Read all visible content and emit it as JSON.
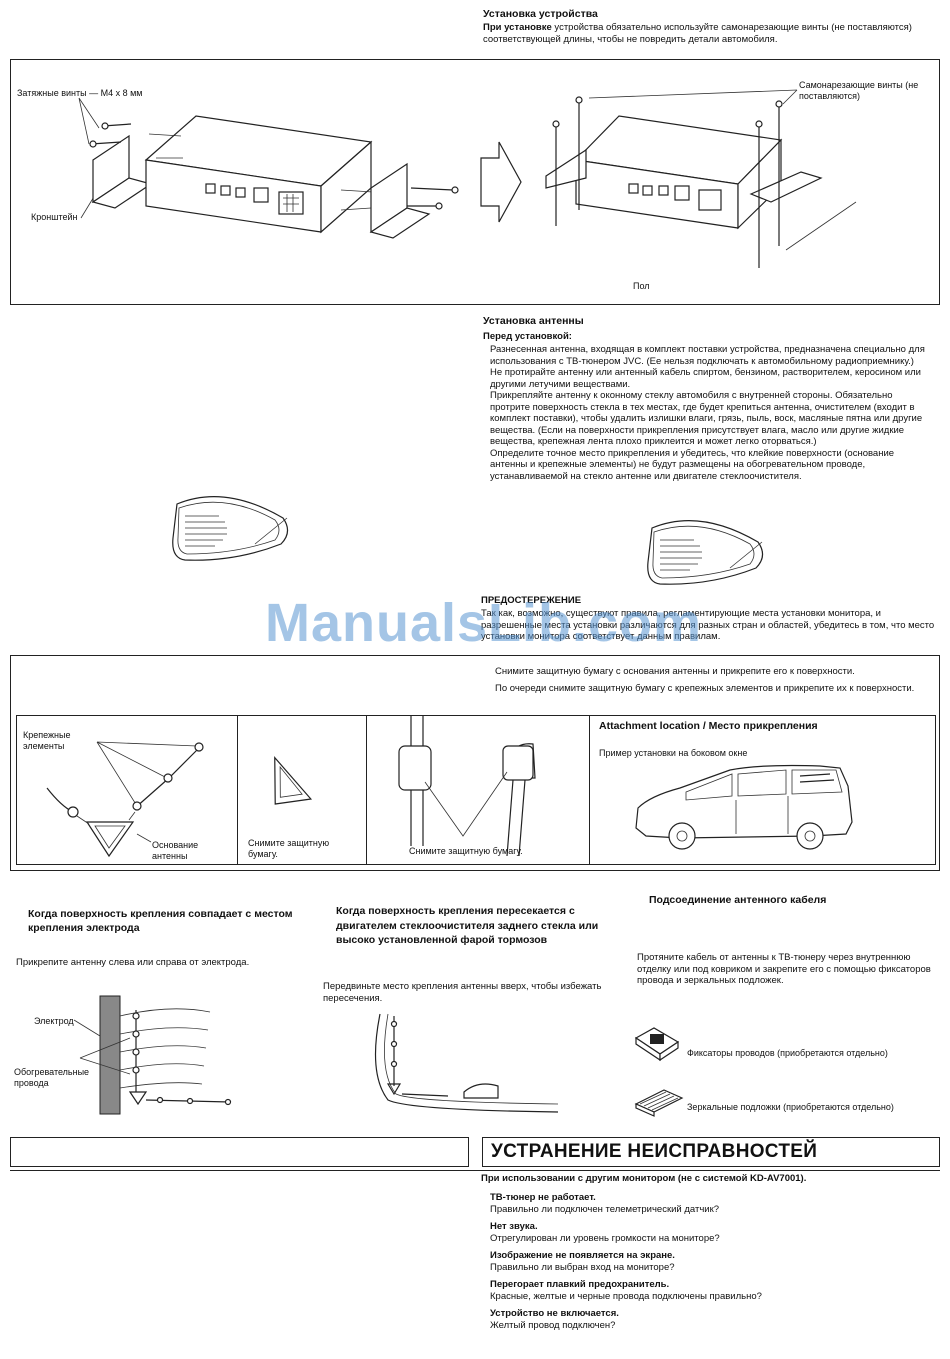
{
  "install": {
    "title": "Установка устройства",
    "lead_bold": "При установке",
    "lead_rest": " устройства обязательно используйте самонарезающие винты (не поставляются) соответствующей длины, чтобы не повредить детали автомобиля.",
    "label_screws": "Затяжные винты — M4 x 8 мм",
    "label_bracket": "Кронштейн",
    "label_selftap": "Самонарезающие винты (не поставляются)",
    "label_floor": "Пол"
  },
  "antenna": {
    "title": "Установка антенны",
    "before_title": "Перед установкой:",
    "paragraphs": [
      "Разнесенная антенна, входящая в комплект поставки устройства, предназначена специально для использования с ТВ-тюнером JVC. (Ее нельзя подключать к автомобильному радиоприемнику.)",
      "Не протирайте антенну или антенный кабель спиртом, бензином, растворителем, керосином или другими летучими веществами.",
      "Прикрепляйте антенну к оконному стеклу автомобиля с внутренней стороны. Обязательно протрите поверхность стекла в тех местах, где будет крепиться антенна, очистителем (входит в комплект поставки), чтобы удалить излишки влаги, грязь, пыль, воск, масляные пятна или другие вещества. (Если на поверхности прикрепления присутствует влага, масло или другие жидкие вещества, крепежная лента плохо приклеится и может легко оторваться.)",
      "Определите точное место прикрепления и убедитесь, что клейкие поверхности (основание антенны и крепежные элементы) не будут размещены на обогревательном проводе, устанавливаемой на стекло антенне или двигателе стеклоочистителя."
    ],
    "caution_title": "ПРЕДОСТЕРЕЖЕНИЕ",
    "caution_text": "Так как, возможно, существуют правила, регламентирующие места установки монитора, и разрешенные места установки различаются для разных стран и областей, убедитесь в том, что место установки монитора соответствует данным правилам."
  },
  "watermark": "ManualsLib.com",
  "attach": {
    "step1": "Снимите защитную бумагу с основания антенны и прикрепите его к поверхности.",
    "step2": "По очереди снимите защитную бумагу с крепежных элементов и прикрепите их к поверхности.",
    "label_fasteners": "Крепежные элементы",
    "label_base": "Основание антенны",
    "label_peel1": "Снимите защитную бумагу.",
    "label_peel2": "Снимите защитную бумагу.",
    "location_title": "Attachment location / Место прикрепления",
    "location_example": "Пример установки на боковом окне"
  },
  "electrode": {
    "title": "Когда поверхность крепления совпадает с местом крепления электрода",
    "text": "Прикрепите антенну слева или справа от электрода.",
    "label_electrode": "Электрод",
    "label_heating": "Обогревательные провода"
  },
  "wiper": {
    "title": "Когда поверхность крепления пересекается с двигателем стеклоочистителя заднего стекла или высоко установленной фарой тормозов",
    "text": "Передвиньте место крепления антенны вверх, чтобы избежать пересечения."
  },
  "cable": {
    "title": "Подсоединение антенного кабеля",
    "text": "Протяните кабель от антенны к ТВ-тюнеру через внутреннюю отделку или под ковриком и закрепите его с помощью фиксаторов провода и зеркальных подложек.",
    "label_clamps": "Фиксаторы проводов (приобретаются отдельно)",
    "label_pads": "Зеркальные подложки (приобретаются отдельно)"
  },
  "troubleshooting": {
    "title": "УСТРАНЕНИЕ НЕИСПРАВНОСТЕЙ",
    "subtitle": "При использовании с другим монитором (не с системой KD-AV7001).",
    "items": [
      {
        "q": "ТВ-тюнер не работает.",
        "a": "Правильно ли подключен телеметрический датчик?"
      },
      {
        "q": "Нет звука.",
        "a": "Отрегулирован ли уровень громкости на мониторе?"
      },
      {
        "q": "Изображение не появляется на экране.",
        "a": "Правильно ли выбран вход на мониторе?"
      },
      {
        "q": "Перегорает плавкий предохранитель.",
        "a": "Красные, желтые и черные провода подключены правильно?"
      },
      {
        "q": "Устройство не включается.",
        "a": "Желтый провод подключен?"
      }
    ]
  }
}
